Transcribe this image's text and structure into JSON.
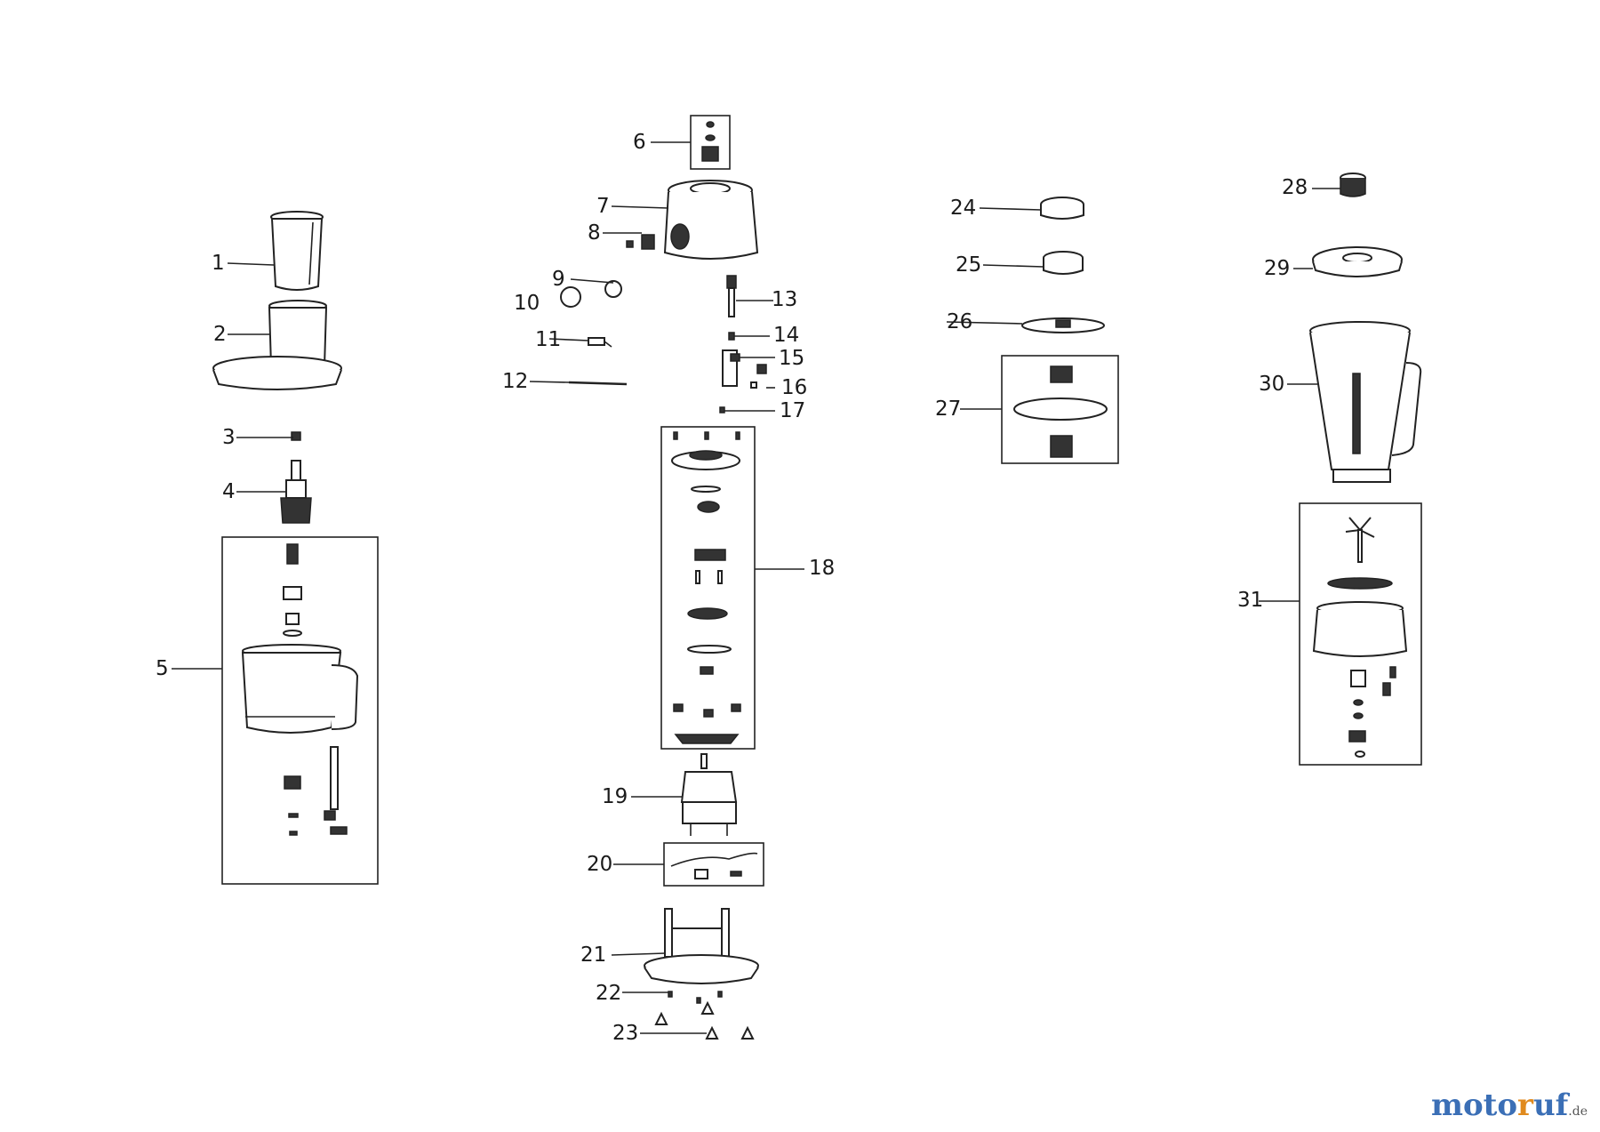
{
  "labels": {
    "p1": "1",
    "p2": "2",
    "p3": "3",
    "p4": "4",
    "p5": "5",
    "p6": "6",
    "p7": "7",
    "p8": "8",
    "p9": "9",
    "p10": "10",
    "p11": "11",
    "p12": "12",
    "p13": "13",
    "p14": "14",
    "p15": "15",
    "p16": "16",
    "p17": "17",
    "p18": "18",
    "p19": "19",
    "p20": "20",
    "p21": "21",
    "p22": "22",
    "p23": "23",
    "p24": "24",
    "p25": "25",
    "p26": "26",
    "p27": "27",
    "p28": "28",
    "p29": "29",
    "p30": "30",
    "p31": "31"
  },
  "watermark": {
    "part_a": "moto",
    "part_b": "r",
    "part_c": "uf",
    "part_d": ".de"
  },
  "colors": {
    "line": "#222222",
    "brand_blue": "#3b6fb6",
    "brand_orange": "#e08a1e"
  }
}
